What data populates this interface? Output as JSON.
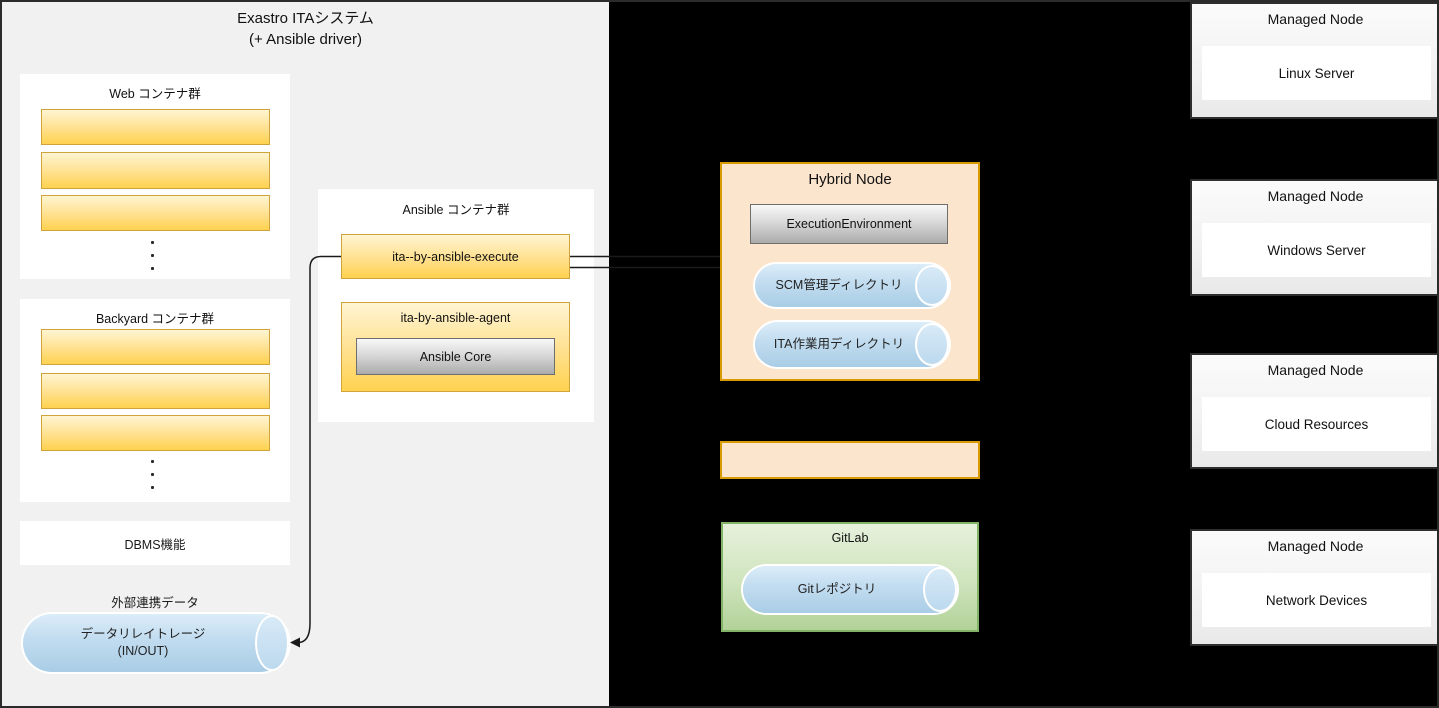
{
  "title": {
    "line1": "Exastro ITAシステム",
    "line2": "(+ Ansible driver)"
  },
  "left_panel": {
    "web_group": {
      "title": "Web コンテナ群"
    },
    "backyard_group": {
      "title": "Backyard コンテナ群"
    },
    "dbms": {
      "label": "DBMS機能"
    },
    "external_data": {
      "label": "外部連携データ",
      "cylinder_line1": "データリレイトレージ",
      "cylinder_line2": "(IN/OUT)"
    },
    "ansible_group": {
      "title": "Ansible コンテナ群",
      "execute_label": "ita--by-ansible-execute",
      "agent_label": "ita-by-ansible-agent",
      "core_label": "Ansible Core"
    }
  },
  "hybrid_node": {
    "title": "Hybrid Node",
    "execution_environment": "ExecutionEnvironment",
    "scm_cylinder": "SCM管理ディレクトリ",
    "ita_cylinder": "ITA作業用ディレクトリ"
  },
  "gitlab": {
    "title": "GitLab",
    "cylinder": "Gitレポジトリ"
  },
  "managed_nodes": [
    {
      "title": "Managed Node",
      "server": "Linux Server"
    },
    {
      "title": "Managed Node",
      "server": "Windows Server"
    },
    {
      "title": "Managed Node",
      "server": "Cloud Resources"
    },
    {
      "title": "Managed Node",
      "server": "Network Devices"
    }
  ],
  "colors": {
    "left_panel_bg": "#f1f1f2",
    "dark_bg": "#000000",
    "yellow_fill_top": "#fff5d2",
    "yellow_fill_bottom": "#ffd24f",
    "yellow_border": "#d0a43c",
    "gray_fill_top": "#f8f8f8",
    "gray_fill_bottom": "#ababab",
    "orange_fill": "#fce5cd",
    "orange_border": "#d79b00",
    "green_fill_top": "#e6f1dc",
    "green_fill_bottom": "#b2d299",
    "green_border": "#82b366",
    "cylinder_fill_top": "#dcedf9",
    "cylinder_fill_bottom": "#a9cde6",
    "managed_border": "#2e2e2e",
    "connector": "#1a1a1a"
  }
}
